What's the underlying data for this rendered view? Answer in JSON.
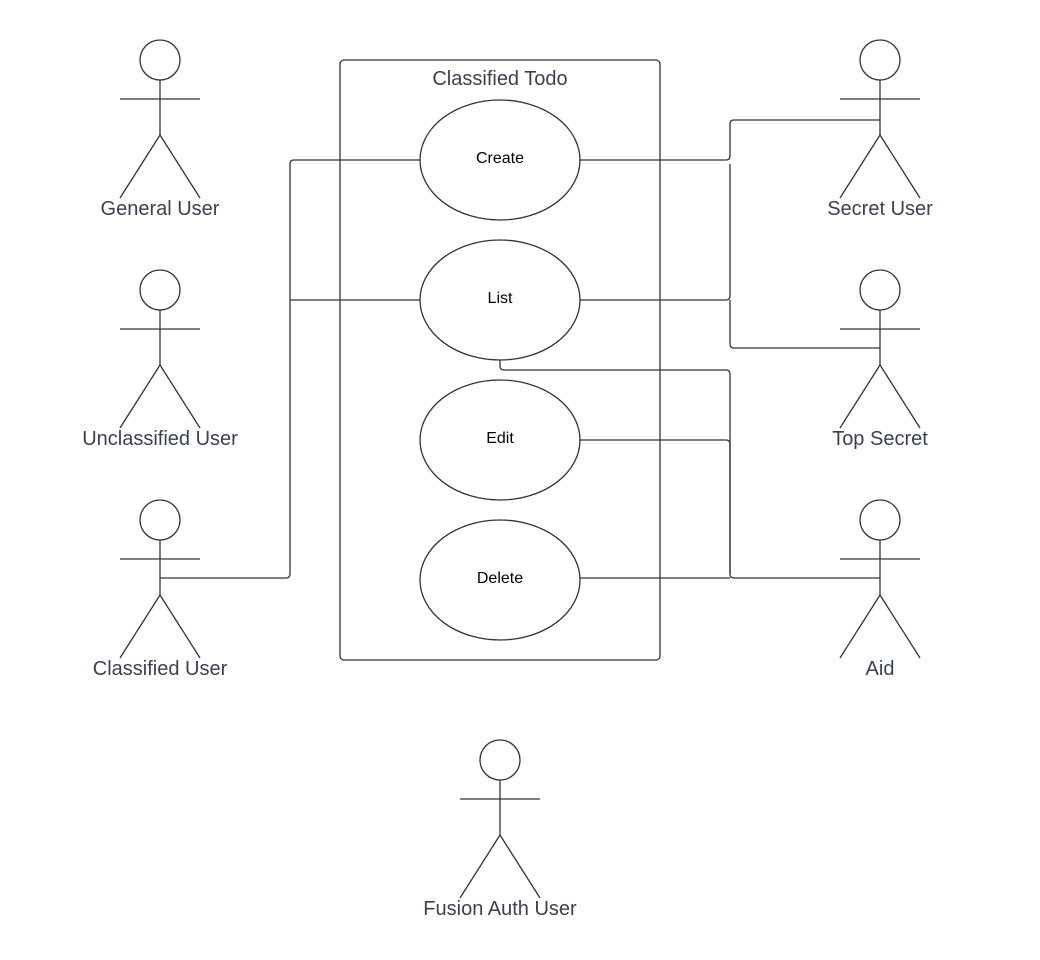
{
  "system": {
    "title": "Classified Todo"
  },
  "use_cases": {
    "create": "Create",
    "list": "List",
    "edit": "Edit",
    "delete": "Delete"
  },
  "actors": {
    "general_user": "General User",
    "unclassified_user": "Unclassified User",
    "classified_user": "Classified User",
    "secret_user": "Secret User",
    "top_secret": "Top Secret",
    "aid": "Aid",
    "fusion_auth_user": "Fusion Auth User"
  },
  "colors": {
    "line": "#333333",
    "label": "#3a4150",
    "background": "#ffffff"
  }
}
